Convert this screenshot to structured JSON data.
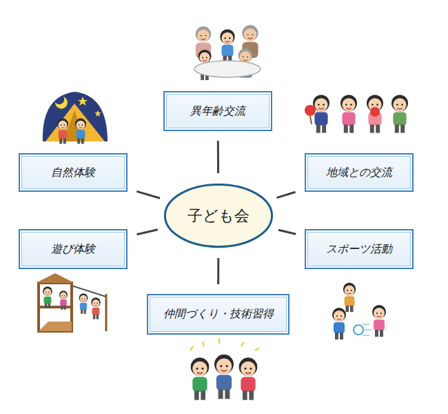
{
  "diagram": {
    "nodes": [
      {
        "text": [
          "異年齢交流"
        ]
      },
      {
        "text": [
          "自然体験"
        ]
      },
      {
        "text": [
          "地域との交流"
        ]
      },
      {
        "text": [
          "子ども会"
        ]
      },
      {
        "text": [
          "遊び体験"
        ]
      },
      {
        "text": [
          "スポーツ活動"
        ]
      },
      {
        "text": [
          "仲間づくり・技術習得"
        ]
      }
    ],
    "edges": [
      {
        "from": 3,
        "to": 0,
        "arrow": "none"
      },
      {
        "from": 3,
        "to": 1,
        "arrow": "none"
      },
      {
        "from": 3,
        "to": 2,
        "arrow": "none"
      },
      {
        "from": 3,
        "to": 4,
        "arrow": "none"
      },
      {
        "from": 3,
        "to": 5,
        "arrow": "none"
      },
      {
        "from": 3,
        "to": 6,
        "arrow": "none"
      }
    ]
  }
}
